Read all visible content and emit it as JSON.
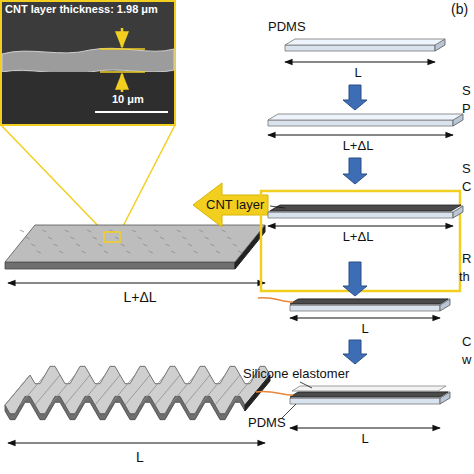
{
  "diagram": {
    "labels": [
      "CNT layer thickness: 1.98 μm",
      "10 μm",
      "L+ΔL",
      "L",
      "(b)",
      "PDMS",
      "L",
      "S",
      "P",
      "L+ΔL",
      "S",
      "C",
      "CNT layer",
      "L+ΔL",
      "R",
      "th",
      "L",
      "C",
      "w",
      "Silicone elastomer",
      "PDMS",
      "L"
    ]
  }
}
